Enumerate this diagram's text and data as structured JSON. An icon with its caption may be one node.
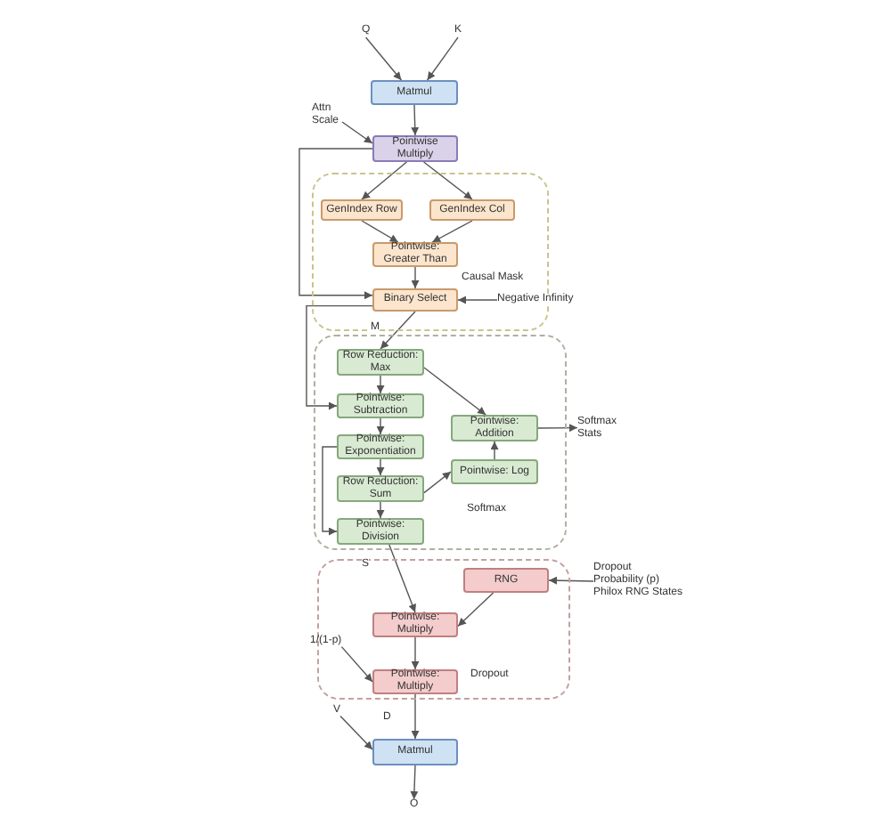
{
  "diagram": {
    "nodes": [
      {
        "text": [
          "Q"
        ]
      },
      {
        "text": [
          "K"
        ]
      },
      {
        "text": [
          "Matmul"
        ]
      },
      {
        "text": [
          "Attn Scale"
        ]
      },
      {
        "text": [
          "Pointwise Multiply"
        ]
      },
      {
        "text": [
          "Causal Mask"
        ]
      },
      {
        "text": [
          "GenIndex Row"
        ],
        "in": 5
      },
      {
        "text": [
          "GenIndex Col"
        ],
        "in": 5
      },
      {
        "text": [
          "Pointwise: Greater Than"
        ],
        "in": 5
      },
      {
        "text": [
          "Binary Select"
        ],
        "in": 5
      },
      {
        "text": [
          "Negative Infinity"
        ]
      },
      {
        "text": [
          "Softmax"
        ]
      },
      {
        "text": [
          "Row Reduction: Max"
        ],
        "in": 11
      },
      {
        "text": [
          "Pointwise: Subtraction"
        ],
        "in": 11
      },
      {
        "text": [
          "Pointwise: Addition"
        ],
        "in": 11
      },
      {
        "text": [
          "Softmax Stats"
        ]
      },
      {
        "text": [
          "Pointwise: Exponentiation"
        ],
        "in": 11
      },
      {
        "text": [
          "Row Reduction: Sum"
        ],
        "in": 11
      },
      {
        "text": [
          "Pointwise: Log"
        ],
        "in": 11
      },
      {
        "text": [
          "Pointwise: Division"
        ],
        "in": 11
      },
      {
        "text": [
          "Dropout"
        ]
      },
      {
        "text": [
          "RNG"
        ],
        "in": 20
      },
      {
        "text": [
          "Dropout Probability (p)",
          "Philox RNG States"
        ]
      },
      {
        "text": [
          "Pointwise: Multiply"
        ],
        "in": 20
      },
      {
        "text": [
          "1/(1-p)"
        ]
      },
      {
        "text": [
          "Pointwise: Multiply"
        ],
        "in": 20
      },
      {
        "text": [
          "V"
        ]
      },
      {
        "text": [
          "Matmul"
        ]
      },
      {
        "text": [
          "O"
        ]
      }
    ],
    "edges": [
      {
        "from": 0,
        "to": 2,
        "arrow": "to"
      },
      {
        "from": 1,
        "to": 2,
        "arrow": "to"
      },
      {
        "from": 2,
        "to": 4,
        "arrow": "to"
      },
      {
        "from": 3,
        "to": 4,
        "arrow": "to"
      },
      {
        "from": 4,
        "to": 6,
        "arrow": "to"
      },
      {
        "from": 4,
        "to": 7,
        "arrow": "to"
      },
      {
        "from": 4,
        "to": 9,
        "arrow": "to"
      },
      {
        "from": 6,
        "to": 8,
        "arrow": "to"
      },
      {
        "from": 7,
        "to": 8,
        "arrow": "to"
      },
      {
        "from": 8,
        "to": 9,
        "arrow": "to"
      },
      {
        "from": 10,
        "to": 9,
        "arrow": "to"
      },
      {
        "from": 9,
        "to": 12,
        "arrow": "to",
        "label": "M"
      },
      {
        "from": 9,
        "to": 13,
        "arrow": "to"
      },
      {
        "from": 12,
        "to": 13,
        "arrow": "to"
      },
      {
        "from": 12,
        "to": 14,
        "arrow": "to"
      },
      {
        "from": 13,
        "to": 16,
        "arrow": "to"
      },
      {
        "from": 16,
        "to": 17,
        "arrow": "to"
      },
      {
        "from": 16,
        "to": 19,
        "arrow": "to"
      },
      {
        "from": 17,
        "to": 19,
        "arrow": "to"
      },
      {
        "from": 17,
        "to": 18,
        "arrow": "to"
      },
      {
        "from": 18,
        "to": 14,
        "arrow": "to"
      },
      {
        "from": 14,
        "to": 15,
        "arrow": "to"
      },
      {
        "from": 19,
        "to": 23,
        "arrow": "to",
        "label": "S"
      },
      {
        "from": 21,
        "to": 23,
        "arrow": "to"
      },
      {
        "from": 22,
        "to": 21,
        "arrow": "to"
      },
      {
        "from": 24,
        "to": 25,
        "arrow": "to"
      },
      {
        "from": 23,
        "to": 25,
        "arrow": "to"
      },
      {
        "from": 25,
        "to": 27,
        "arrow": "to",
        "label": "D"
      },
      {
        "from": 26,
        "to": 27,
        "arrow": "to"
      },
      {
        "from": 27,
        "to": 28,
        "arrow": "to"
      }
    ]
  }
}
